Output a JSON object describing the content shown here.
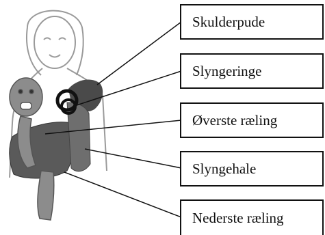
{
  "labels": {
    "shoulder_pad": "Skulderpude",
    "sling_rings": "Slyngeringe",
    "top_rail": "Øverste ræling",
    "sling_tail": "Slyngehale",
    "bottom_rail": "Nederste ræling"
  },
  "colors": {
    "outline": "#9a9a9a",
    "fabric_dark": "#4a4a4a",
    "fabric_mid": "#6e6e6e",
    "baby": "#8c8c8c",
    "ring": "#111111",
    "leader_line": "#111111"
  }
}
